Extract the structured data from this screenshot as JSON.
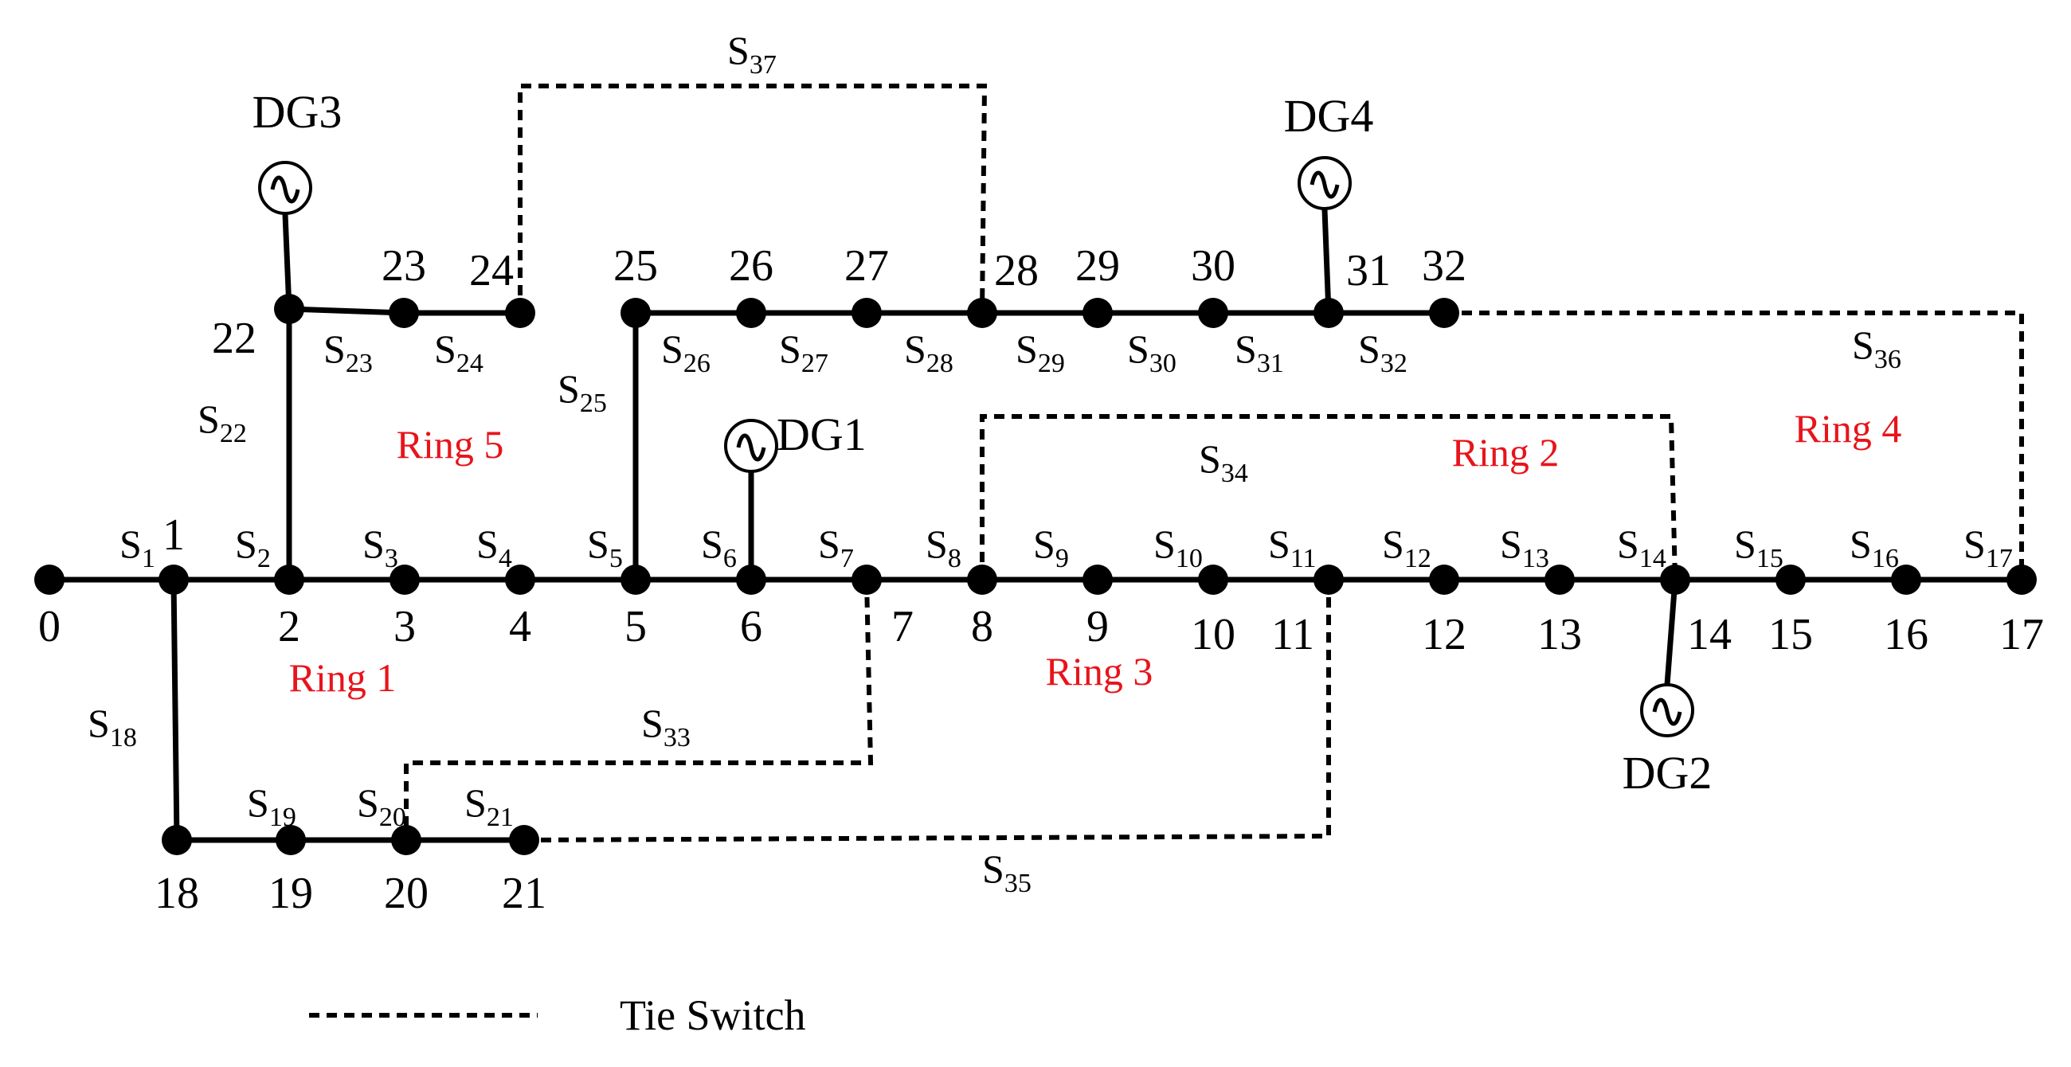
{
  "nodes": [
    "0",
    "1",
    "2",
    "3",
    "4",
    "5",
    "6",
    "7",
    "8",
    "9",
    "10",
    "11",
    "12",
    "13",
    "14",
    "15",
    "16",
    "17",
    "18",
    "19",
    "20",
    "21",
    "22",
    "23",
    "24",
    "25",
    "26",
    "27",
    "28",
    "29",
    "30",
    "31",
    "32"
  ],
  "switches": [
    {
      "id": "S1",
      "letter": "S",
      "sub": "1",
      "from": "0",
      "to": "1",
      "type": "sectionalizing"
    },
    {
      "id": "S2",
      "letter": "S",
      "sub": "2",
      "from": "1",
      "to": "2",
      "type": "sectionalizing"
    },
    {
      "id": "S3",
      "letter": "S",
      "sub": "3",
      "from": "2",
      "to": "3",
      "type": "sectionalizing"
    },
    {
      "id": "S4",
      "letter": "S",
      "sub": "4",
      "from": "3",
      "to": "4",
      "type": "sectionalizing"
    },
    {
      "id": "S5",
      "letter": "S",
      "sub": "5",
      "from": "4",
      "to": "5",
      "type": "sectionalizing"
    },
    {
      "id": "S6",
      "letter": "S",
      "sub": "6",
      "from": "5",
      "to": "6",
      "type": "sectionalizing"
    },
    {
      "id": "S7",
      "letter": "S",
      "sub": "7",
      "from": "6",
      "to": "7",
      "type": "sectionalizing"
    },
    {
      "id": "S8",
      "letter": "S",
      "sub": "8",
      "from": "7",
      "to": "8",
      "type": "sectionalizing"
    },
    {
      "id": "S9",
      "letter": "S",
      "sub": "9",
      "from": "8",
      "to": "9",
      "type": "sectionalizing"
    },
    {
      "id": "S10",
      "letter": "S",
      "sub": "10",
      "from": "9",
      "to": "10",
      "type": "sectionalizing"
    },
    {
      "id": "S11",
      "letter": "S",
      "sub": "11",
      "from": "10",
      "to": "11",
      "type": "sectionalizing"
    },
    {
      "id": "S12",
      "letter": "S",
      "sub": "12",
      "from": "11",
      "to": "12",
      "type": "sectionalizing"
    },
    {
      "id": "S13",
      "letter": "S",
      "sub": "13",
      "from": "12",
      "to": "13",
      "type": "sectionalizing"
    },
    {
      "id": "S14",
      "letter": "S",
      "sub": "14",
      "from": "13",
      "to": "14",
      "type": "sectionalizing"
    },
    {
      "id": "S15",
      "letter": "S",
      "sub": "15",
      "from": "14",
      "to": "15",
      "type": "sectionalizing"
    },
    {
      "id": "S16",
      "letter": "S",
      "sub": "16",
      "from": "15",
      "to": "16",
      "type": "sectionalizing"
    },
    {
      "id": "S17",
      "letter": "S",
      "sub": "17",
      "from": "16",
      "to": "17",
      "type": "sectionalizing"
    },
    {
      "id": "S18",
      "letter": "S",
      "sub": "18",
      "from": "1",
      "to": "18",
      "type": "sectionalizing"
    },
    {
      "id": "S19",
      "letter": "S",
      "sub": "19",
      "from": "18",
      "to": "19",
      "type": "sectionalizing"
    },
    {
      "id": "S20",
      "letter": "S",
      "sub": "20",
      "from": "19",
      "to": "20",
      "type": "sectionalizing"
    },
    {
      "id": "S21",
      "letter": "S",
      "sub": "21",
      "from": "20",
      "to": "21",
      "type": "sectionalizing"
    },
    {
      "id": "S22",
      "letter": "S",
      "sub": "22",
      "from": "2",
      "to": "22",
      "type": "sectionalizing"
    },
    {
      "id": "S23",
      "letter": "S",
      "sub": "23",
      "from": "22",
      "to": "23",
      "type": "sectionalizing"
    },
    {
      "id": "S24",
      "letter": "S",
      "sub": "24",
      "from": "23",
      "to": "24",
      "type": "sectionalizing"
    },
    {
      "id": "S25",
      "letter": "S",
      "sub": "25",
      "from": "5",
      "to": "25",
      "type": "sectionalizing"
    },
    {
      "id": "S26",
      "letter": "S",
      "sub": "26",
      "from": "25",
      "to": "26",
      "type": "sectionalizing"
    },
    {
      "id": "S27",
      "letter": "S",
      "sub": "27",
      "from": "26",
      "to": "27",
      "type": "sectionalizing"
    },
    {
      "id": "S28",
      "letter": "S",
      "sub": "28",
      "from": "27",
      "to": "28",
      "type": "sectionalizing"
    },
    {
      "id": "S29",
      "letter": "S",
      "sub": "29",
      "from": "28",
      "to": "29",
      "type": "sectionalizing"
    },
    {
      "id": "S30",
      "letter": "S",
      "sub": "30",
      "from": "29",
      "to": "30",
      "type": "sectionalizing"
    },
    {
      "id": "S31",
      "letter": "S",
      "sub": "31",
      "from": "30",
      "to": "31",
      "type": "sectionalizing"
    },
    {
      "id": "S32",
      "letter": "S",
      "sub": "32",
      "from": "31",
      "to": "32",
      "type": "sectionalizing"
    },
    {
      "id": "S33",
      "letter": "S",
      "sub": "33",
      "from": "7",
      "to": "20",
      "type": "tie"
    },
    {
      "id": "S34",
      "letter": "S",
      "sub": "34",
      "from": "8",
      "to": "14",
      "type": "tie"
    },
    {
      "id": "S35",
      "letter": "S",
      "sub": "35",
      "from": "11",
      "to": "21",
      "type": "tie"
    },
    {
      "id": "S36",
      "letter": "S",
      "sub": "36",
      "from": "17",
      "to": "32",
      "type": "tie"
    },
    {
      "id": "S37",
      "letter": "S",
      "sub": "37",
      "from": "24",
      "to": "28",
      "type": "tie"
    }
  ],
  "generators": [
    {
      "label": "DG1",
      "bus": "6"
    },
    {
      "label": "DG2",
      "bus": "14"
    },
    {
      "label": "DG3",
      "bus": "22"
    },
    {
      "label": "DG4",
      "bus": "31"
    }
  ],
  "rings": [
    "Ring 1",
    "Ring 2",
    "Ring 3",
    "Ring 4",
    "Ring 5"
  ],
  "legend": {
    "label": "Tie Switch"
  },
  "colors": {
    "line": "#000000",
    "ring_label": "#e8141b",
    "background": "#ffffff"
  }
}
